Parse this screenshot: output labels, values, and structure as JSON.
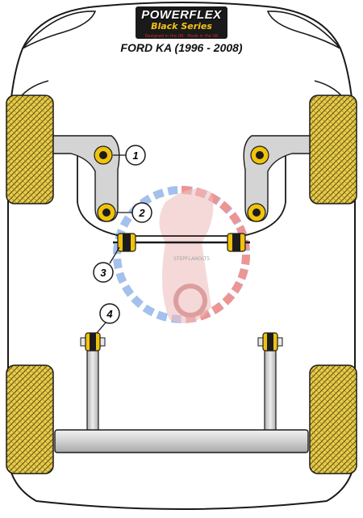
{
  "brand": {
    "name": "POWERFLEX",
    "series": "Black Series",
    "tagline": "Designed in the UK · Made in the UK"
  },
  "title": "FORD KA (1996 - 2008)",
  "callouts": [
    {
      "number": "1"
    },
    {
      "number": "2"
    },
    {
      "number": "3"
    },
    {
      "number": "4"
    }
  ],
  "watermark": {
    "text": "STEPFLANOLT5"
  },
  "colors": {
    "tyre": "#e8cc4a",
    "bush": "#f0c20c",
    "bush_dark": "#1c1c1c",
    "arm": "#d4d4d4",
    "outline": "#1a1a1a",
    "watermark_red": "#e04040",
    "watermark_blue": "#5b8ee0"
  }
}
